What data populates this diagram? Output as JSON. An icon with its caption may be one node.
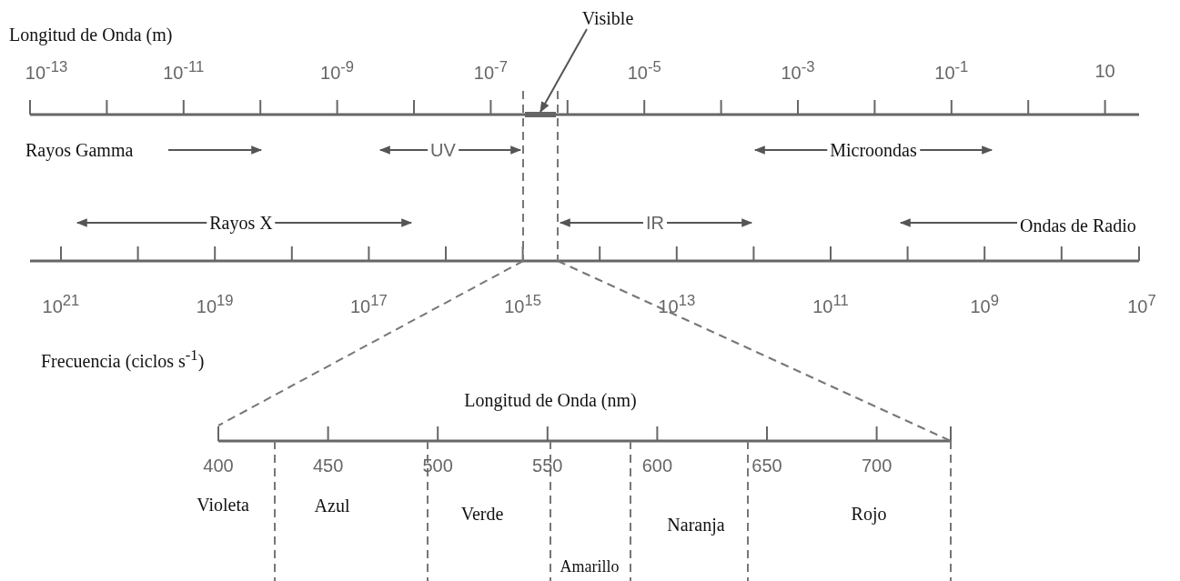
{
  "diagram": {
    "nodes": [
      {
        "text": [
          "Visible"
        ]
      },
      {
        "text": [],
        "shape": "bar"
      }
    ],
    "edges": [
      {
        "from": 0,
        "to": 1,
        "arrow": "to"
      }
    ],
    "labels": [
      "Longitud de Onda (m)",
      "10$^{-13}$",
      "10$^{-11}$",
      "10$^{-9}$",
      "10$^{-7}$",
      "10$^{-5}$",
      "10$^{-3}$",
      "10$^{-1}$",
      "10",
      "Rayos Gamma",
      "UV",
      "Microondas",
      "Rayos X",
      "IR",
      "Ondas de Radio",
      "10$^{21}$",
      "10$^{19}$",
      "10$^{17}$",
      "10$^{15}$",
      "10$^{13}$",
      "10$^{11}$",
      "10$^{9}$",
      "10$^{7}$",
      "Frecuencia (ciclos s$^{-1}$)",
      "Longitud de Onda (nm)",
      "400",
      "450",
      "500",
      "550",
      "600",
      "650",
      "700",
      "Violeta",
      "Azul",
      "Verde",
      "Naranja",
      "Rojo",
      "Amarillo"
    ]
  }
}
